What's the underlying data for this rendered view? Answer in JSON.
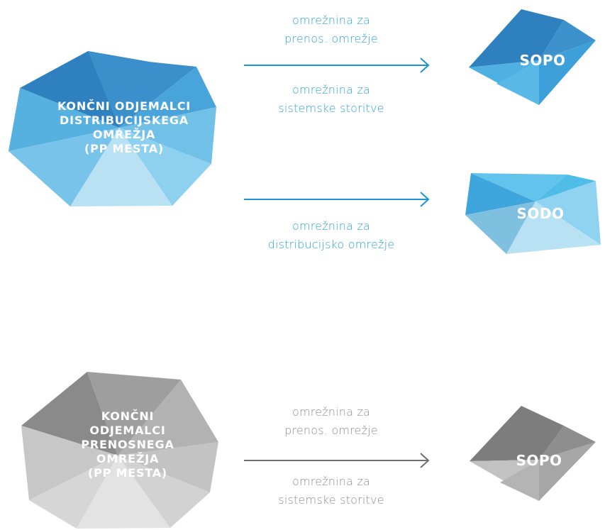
{
  "colors": {
    "blue_arrow": "#1c95d6",
    "grey_arrow": "#6f6f6f",
    "blue_text": "#2aa3dc",
    "grey_text": "#8e8e8e"
  },
  "group_distribution": {
    "source": {
      "lines": [
        "KONČNI ODJEMALCI",
        "DISTRIBUCIJSKEGA",
        "OMREŽJA",
        "(PP MESTA)"
      ]
    },
    "flow_top": {
      "label_above": [
        "omrežnina za",
        "prenos. omrežje"
      ],
      "label_below": [
        "omrežnina za",
        "sistemske storitve"
      ],
      "target": "SOPO"
    },
    "flow_bottom": {
      "label_below": [
        "omrežnina za",
        "distribucijsko omrežje"
      ],
      "target": "SODO"
    }
  },
  "group_transmission": {
    "source": {
      "lines": [
        "KONČNI",
        "ODJEMALCI",
        "PRENOSNEGA",
        "OMREŽJA",
        "(PP MESTA)"
      ]
    },
    "flow": {
      "label_above": [
        "omrežnina za",
        "prenos. omrežje"
      ],
      "label_below": [
        "omrežnina za",
        "sistemske storitve"
      ],
      "target": "SOPO"
    }
  }
}
